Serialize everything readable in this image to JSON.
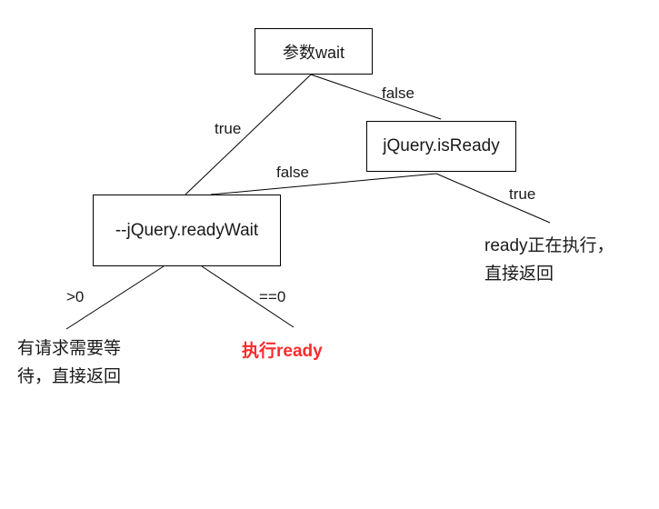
{
  "nodes": {
    "wait": {
      "label": "参数wait"
    },
    "isready": {
      "label": "jQuery.isReady"
    },
    "readywait": {
      "label": "--jQuery.readyWait"
    }
  },
  "edges": {
    "wait_true": "true",
    "wait_false": "false",
    "isready_false": "false",
    "isready_true": "true",
    "readywait_gt0": ">0",
    "readywait_eq0": "==0"
  },
  "outcomes": {
    "ready_running_line1": "ready正在执行，",
    "ready_running_line2": "直接返回",
    "wait_pending_line1": "有请求需要等",
    "wait_pending_line2": "待，直接返回",
    "execute_ready": "执行ready"
  },
  "colors": {
    "line": "#000000",
    "text": "#1a1a1a",
    "highlight_red": "#fb2b2b",
    "background": "#ffffff"
  }
}
